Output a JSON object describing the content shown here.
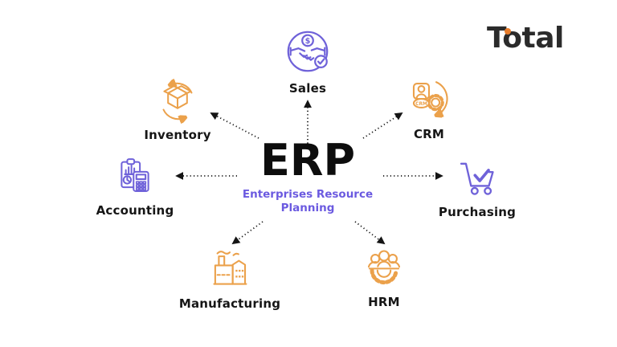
{
  "logo": {
    "text": "Total",
    "dot_color": "#E87D2B"
  },
  "center": {
    "title": "ERP",
    "subtitle": "Enterprises Resource Planning"
  },
  "modules": [
    {
      "label": "Sales",
      "icon": "handshake-dollar-icon",
      "color": "#6F62D9"
    },
    {
      "label": "CRM",
      "icon": "customer-gear-cycle-icon",
      "color": "#EBA14B",
      "badge": "CRM"
    },
    {
      "label": "Purchasing",
      "icon": "cart-check-icon",
      "color": "#6F62D9"
    },
    {
      "label": "HRM",
      "icon": "people-gear-icon",
      "color": "#EBA14B"
    },
    {
      "label": "Manufacturing",
      "icon": "factory-icon",
      "color": "#EBA14B"
    },
    {
      "label": "Accounting",
      "icon": "clipboard-calculator-icon",
      "color": "#6F62D9"
    },
    {
      "label": "Inventory",
      "icon": "box-cycle-icon",
      "color": "#EBA14B"
    }
  ],
  "icons": {
    "sales_coin_symbol": "$"
  },
  "colors": {
    "purple": "#6F62D9",
    "orange": "#EBA14B",
    "subtitle_purple": "#6B5AE0",
    "title_black": "#0D0D0D",
    "label_black": "#161616",
    "arrow_black": "#151515",
    "background": "#FFFFFF"
  }
}
